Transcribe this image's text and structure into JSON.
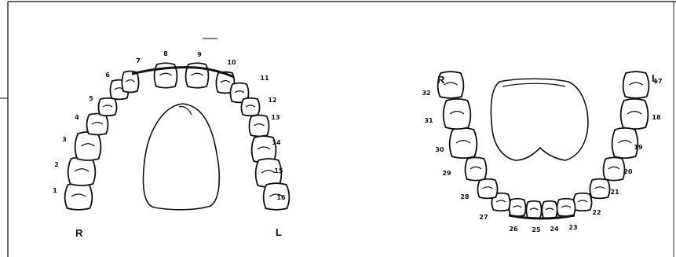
{
  "frame": {
    "border_color": "#333333"
  },
  "upper_arch": {
    "side_right": "R",
    "side_left": "L",
    "teeth": [
      {
        "n": "1",
        "label": "1"
      },
      {
        "n": "2",
        "label": "2"
      },
      {
        "n": "3",
        "label": "3"
      },
      {
        "n": "4",
        "label": "4"
      },
      {
        "n": "5",
        "label": "5"
      },
      {
        "n": "6",
        "label": "6"
      },
      {
        "n": "7",
        "label": "7"
      },
      {
        "n": "8",
        "label": "8"
      },
      {
        "n": "9",
        "label": "9"
      },
      {
        "n": "10",
        "label": "10"
      },
      {
        "n": "11",
        "label": "11"
      },
      {
        "n": "12",
        "label": "12"
      },
      {
        "n": "13",
        "label": "13"
      },
      {
        "n": "14",
        "label": "14"
      },
      {
        "n": "15",
        "label": "15"
      },
      {
        "n": "16",
        "label": "16"
      }
    ]
  },
  "lower_arch": {
    "side_right": "R",
    "side_left": "L",
    "teeth": [
      {
        "n": "17",
        "label": "17"
      },
      {
        "n": "18",
        "label": "18"
      },
      {
        "n": "19",
        "label": "19"
      },
      {
        "n": "20",
        "label": "20"
      },
      {
        "n": "21",
        "label": "21"
      },
      {
        "n": "22",
        "label": "22"
      },
      {
        "n": "23",
        "label": "23"
      },
      {
        "n": "24",
        "label": "24"
      },
      {
        "n": "25",
        "label": "25"
      },
      {
        "n": "26",
        "label": "26"
      },
      {
        "n": "27",
        "label": "27"
      },
      {
        "n": "28",
        "label": "28"
      },
      {
        "n": "29",
        "label": "29"
      },
      {
        "n": "30",
        "label": "30"
      },
      {
        "n": "31",
        "label": "31"
      },
      {
        "n": "32",
        "label": "32"
      }
    ]
  }
}
